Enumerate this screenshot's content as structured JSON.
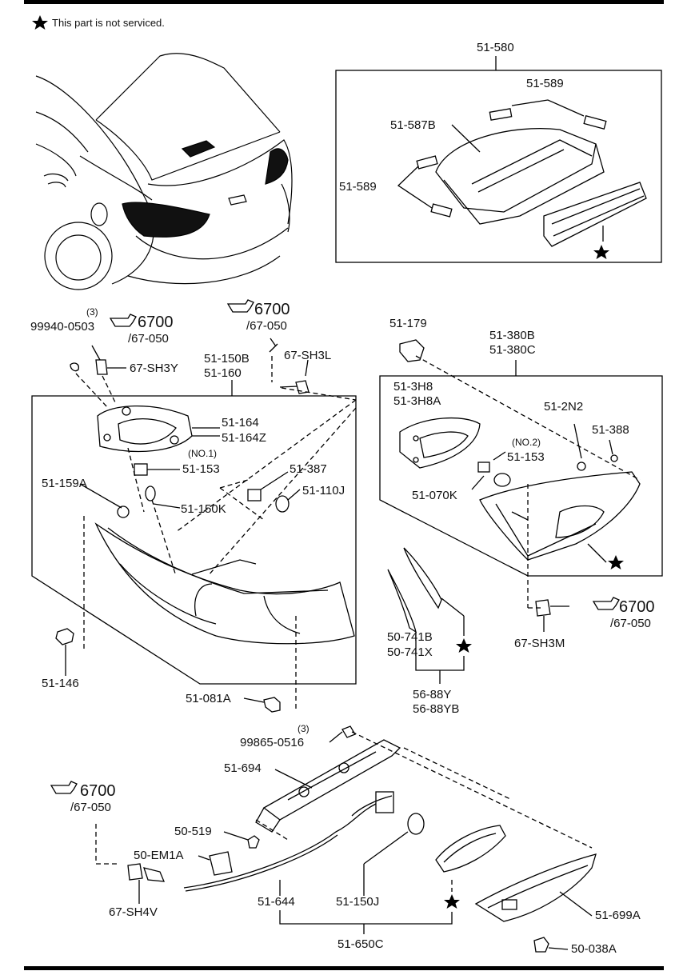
{
  "note": "This part is not serviced.",
  "labels": {
    "p51_580": "51-580",
    "p51_589a": "51-589",
    "p51_587B": "51-587B",
    "p51_589b": "51-589",
    "qty3a": "(3)",
    "p99940_0503": "99940-0503",
    "ref6700a": "6700",
    "ref67050a": "/67-050",
    "ref6700b": "6700",
    "ref67050b": "/67-050",
    "p67_SH3L": "67-SH3L",
    "p67_SH3Y": "67-SH3Y",
    "p51_150B": "51-150B",
    "p51_160": "51-160",
    "p51_164": "51-164",
    "p51_164Z": "51-164Z",
    "no1": "(NO.1)",
    "p51_153a": "51-153",
    "p51_159A": "51-159A",
    "p51_387": "51-387",
    "p51_110J": "51-110J",
    "p51_150K": "51-150K",
    "p51_146": "51-146",
    "p51_081A": "51-081A",
    "p51_179": "51-179",
    "p51_380B": "51-380B",
    "p51_380C": "51-380C",
    "p51_3H8": "51-3H8",
    "p51_3H8A": "51-3H8A",
    "p51_2N2": "51-2N2",
    "p51_388": "51-388",
    "no2": "(NO.2)",
    "p51_153b": "51-153",
    "p51_070K": "51-070K",
    "ref6700c": "6700",
    "ref67050c": "/67-050",
    "p67_SH3M": "67-SH3M",
    "p50_741B": "50-741B",
    "p50_741X": "50-741X",
    "p56_88Y": "56-88Y",
    "p56_88YB": "56-88YB",
    "qty3b": "(3)",
    "p99865_0516": "99865-0516",
    "p51_694": "51-694",
    "ref6700d": "6700",
    "ref67050d": "/67-050",
    "p50_519": "50-519",
    "p50_EM1A": "50-EM1A",
    "p67_SH4V": "67-SH4V",
    "p51_644": "51-644",
    "p51_150J": "51-150J",
    "p51_650C": "51-650C",
    "p51_699A": "51-699A",
    "p50_038A": "50-038A"
  },
  "icons": [
    "star-icon",
    "pointing-hand-icon"
  ]
}
